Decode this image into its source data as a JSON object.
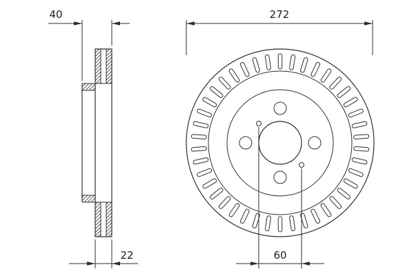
{
  "page": {
    "background_color": "#ffffff",
    "line_color": "#2e2e2e"
  },
  "views": {
    "section_view": {
      "description": "brake-disc side cross-section",
      "dimensions": {
        "overall_width_label": "40",
        "ring_thickness_label": "22"
      }
    },
    "front_view": {
      "description": "brake-disc front view",
      "slot_count": 42,
      "bolt_hole_count": 4,
      "pin_hole_count": 2,
      "dimensions": {
        "outer_diameter_label": "272",
        "centre_bore_label": "60"
      }
    }
  }
}
